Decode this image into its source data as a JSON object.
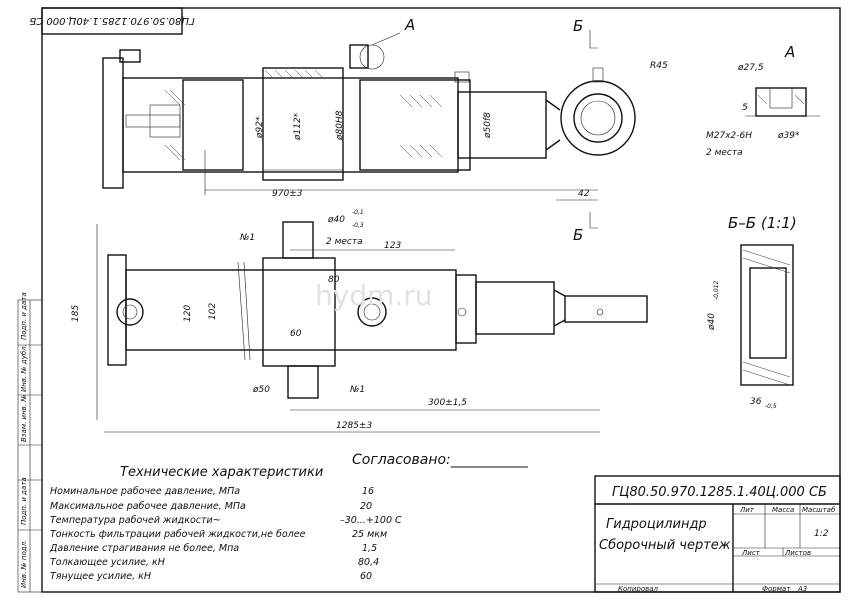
{
  "stamp_top": "ГЦ80.50.970.1285.1.40Ц.000 СБ",
  "watermark": "hydm.ru",
  "section_labels": {
    "A": "А",
    "B": "Б",
    "BB": "Б–Б (1:1)"
  },
  "top_view": {
    "dims": [
      "ø92*",
      "ø112*",
      "ø80H8",
      "ø50f8",
      "R45",
      "42",
      "970±3"
    ]
  },
  "detail_A": {
    "dims": [
      "ø27,5",
      "5",
      "М27х2-6Н",
      "ø39*"
    ],
    "note": "2 места"
  },
  "front_view": {
    "dims": [
      "ø40",
      "-0,1",
      "-0,3",
      "2 места",
      "№1",
      "123",
      "80",
      "185",
      "120",
      "102",
      "60",
      "ø50",
      "№1",
      "300±1,5",
      "1285±3"
    ]
  },
  "section_BB": {
    "dims": [
      "ø40",
      "-0,012",
      "36",
      "-0,5"
    ]
  },
  "side_stamp_labels": [
    "Подп. и дата",
    "Инв. № дубл.",
    "Взам. инв. №",
    "Подп. и дата",
    "Инв. № подл."
  ],
  "approval": "Согласовано:___________",
  "specs": {
    "title": "Технические характеристики",
    "rows": [
      {
        "label": "Номинальное рабочее давление, МПа",
        "value": "16"
      },
      {
        "label": "Максимальное рабочее давление, МПа",
        "value": "20"
      },
      {
        "label": "Температура рабочей жидкости~",
        "value": "–30...+100 С"
      },
      {
        "label": "Тонкость фильтрации рабочей жидкости,не более",
        "value": "25 мкм"
      },
      {
        "label": "Давление страгивания не более, Мпа",
        "value": "1,5"
      },
      {
        "label": "Толкающее усилие, кН",
        "value": "80,4"
      },
      {
        "label": "Тянущее усилие, кН",
        "value": "60"
      }
    ]
  },
  "title_block": {
    "code": "ГЦ80.50.970.1285.1.40Ц.000 СБ",
    "name_line1": "Гидроцилиндр",
    "name_line2": "Сборочный чертеж",
    "lit": "Лит",
    "mass": "Масса",
    "scale_label": "Масштаб",
    "scale_value": "1:2",
    "sheet": "Лист",
    "sheets": "Листов",
    "copied": "Копировал",
    "format_label": "Формат",
    "format_value": "А3"
  }
}
